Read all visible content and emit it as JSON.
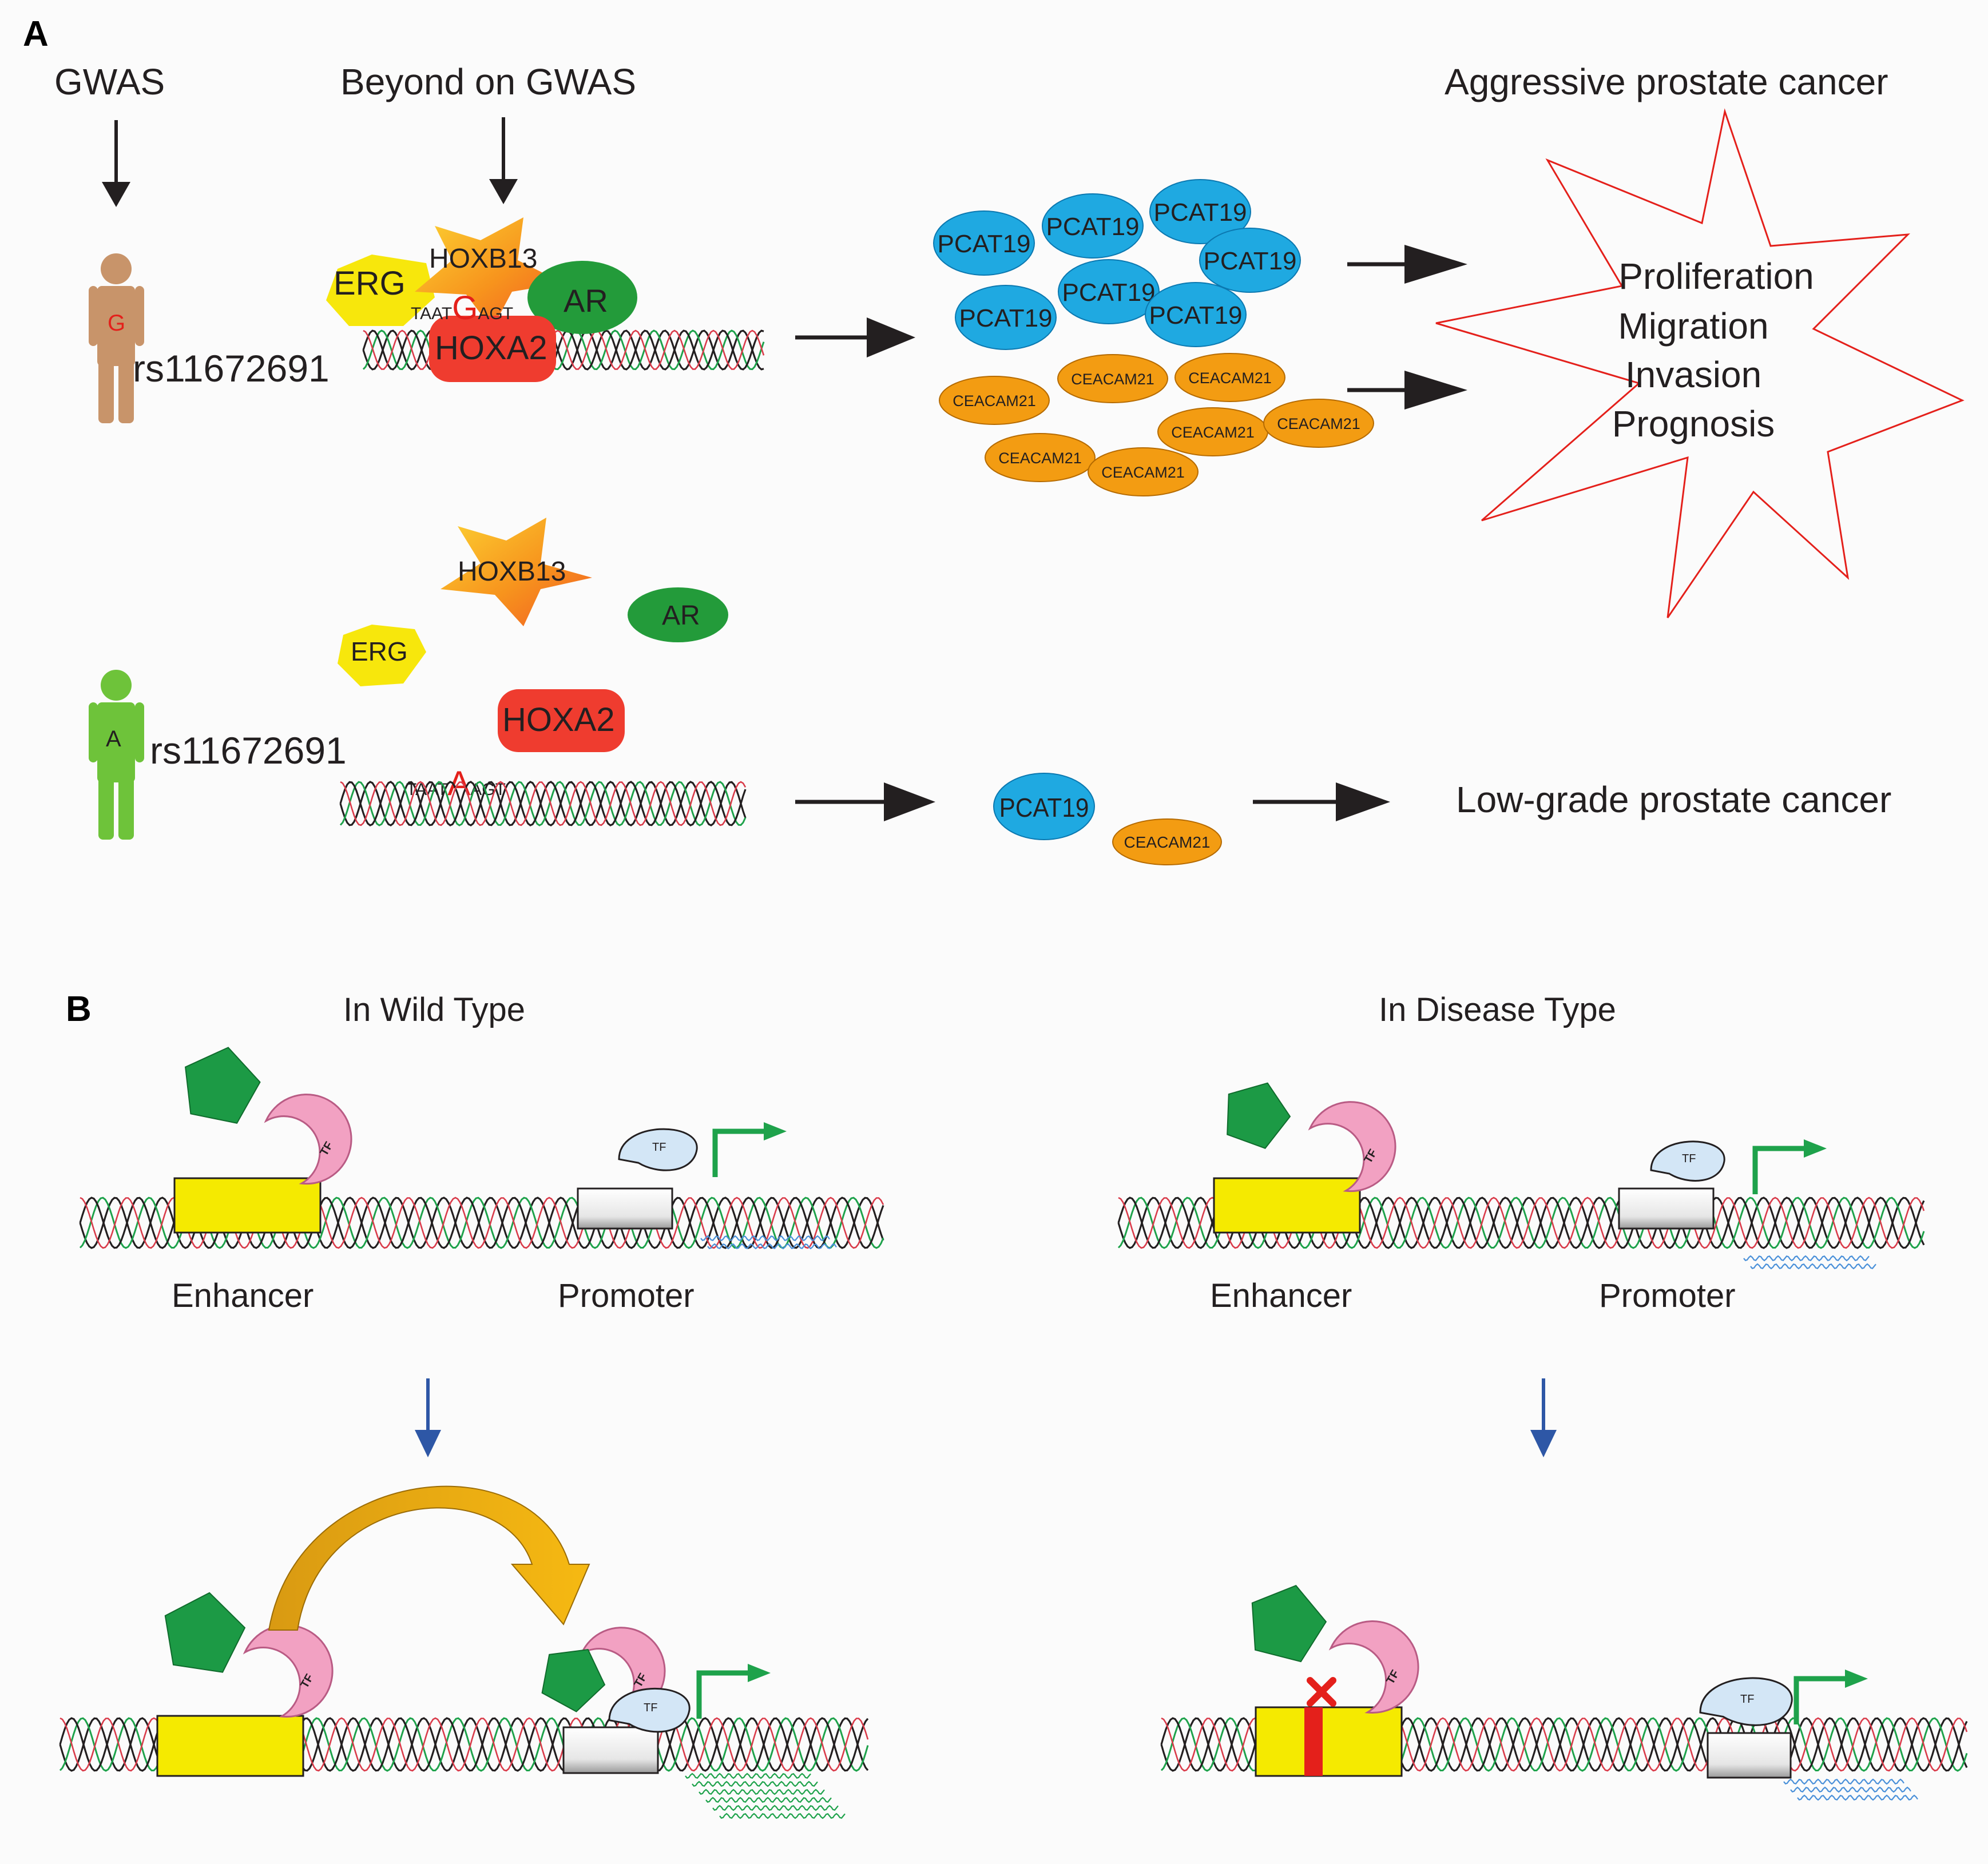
{
  "panels": {
    "a": "A",
    "b": "B"
  },
  "top": {
    "gwas": "GWAS",
    "beyond": "Beyond on GWAS",
    "aggressive": "Aggressive prostate cancer",
    "lowgrade": "Low-grade prostate cancer",
    "outcomes": [
      "Proliferation",
      "Migration",
      "Invasion",
      "Prognosis"
    ],
    "allele_g": "G",
    "allele_a": "A",
    "snp_g": "rs11672691",
    "snp_a": "rs11672691",
    "seq_g": {
      "pre": "TAAT",
      "allele": "G",
      "post": "AGT"
    },
    "seq_a": {
      "pre": "TAAT",
      "allele": "A",
      "post": "AGT"
    },
    "tf": {
      "erg": "ERG",
      "hoxb13": "HOXB13",
      "ar": "AR",
      "hoxa2": "HOXA2"
    },
    "pcat19": "PCAT19",
    "ceacam21": "CEACAM21"
  },
  "bottom": {
    "wild": "In Wild Type",
    "disease": "In Disease Type",
    "enhancer": "Enhancer",
    "promoter": "Promoter",
    "tf": "TF"
  },
  "colors": {
    "male_g": "#c8946a",
    "male_a": "#6ec33a",
    "pcat19": "#1fa9e1",
    "ceacam21": "#f39c12",
    "erg": "#f7e70c",
    "ar": "#239b3a",
    "hoxa2": "#ef3c2f",
    "star_outline": "#e4201b",
    "enhancer": "#f5ea00",
    "green_arrow": "#1ea24b",
    "blue_arrow": "#2e57a6",
    "curve_arrow": "#e9a80f"
  }
}
